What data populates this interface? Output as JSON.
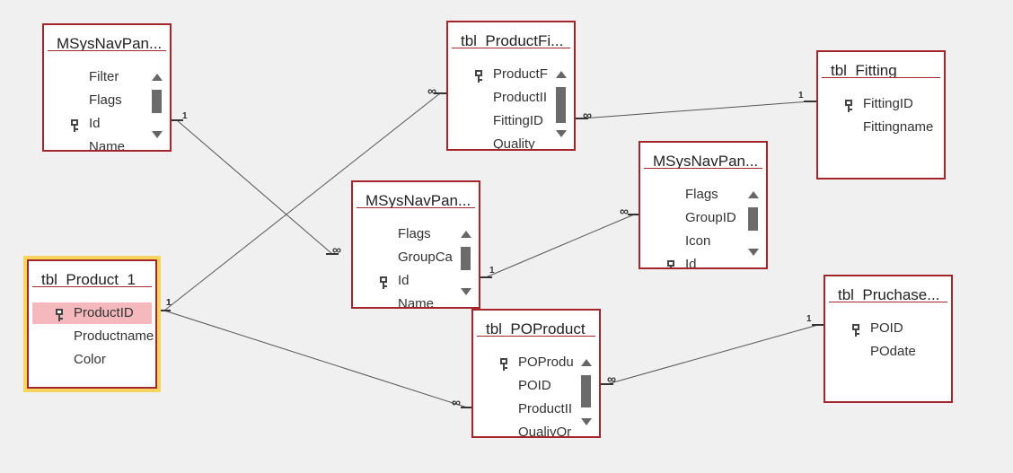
{
  "tables": [
    {
      "id": "t_msysnav1",
      "title": "MSysNavPan...",
      "fields": [
        {
          "name": "Filter",
          "key": false,
          "hl": false
        },
        {
          "name": "Flags",
          "key": false,
          "hl": false
        },
        {
          "name": "Id",
          "key": true,
          "hl": false
        },
        {
          "name": "Name",
          "key": false,
          "hl": false
        }
      ],
      "scroll": true,
      "selected": false
    },
    {
      "id": "t_productfi",
      "title": "tbl_ProductFi...",
      "fields": [
        {
          "name": "ProductF",
          "key": true,
          "hl": false
        },
        {
          "name": "ProductII",
          "key": false,
          "hl": false
        },
        {
          "name": "FittingID",
          "key": false,
          "hl": false
        },
        {
          "name": "Quality",
          "key": false,
          "hl": false
        }
      ],
      "scroll": true,
      "selected": false
    },
    {
      "id": "t_fitting",
      "title": "tbl_Fitting",
      "fields": [
        {
          "name": "FittingID",
          "key": true,
          "hl": false
        },
        {
          "name": "Fittingname",
          "key": false,
          "hl": false
        }
      ],
      "scroll": false,
      "selected": false
    },
    {
      "id": "t_msysnav2",
      "title": "MSysNavPan...",
      "fields": [
        {
          "name": "Flags",
          "key": false,
          "hl": false
        },
        {
          "name": "GroupCa",
          "key": false,
          "hl": false
        },
        {
          "name": "Id",
          "key": true,
          "hl": false
        },
        {
          "name": "Name",
          "key": false,
          "hl": false
        }
      ],
      "scroll": true,
      "selected": false
    },
    {
      "id": "t_msysnav3",
      "title": "MSysNavPan...",
      "fields": [
        {
          "name": "Flags",
          "key": false,
          "hl": false
        },
        {
          "name": "GroupID",
          "key": false,
          "hl": false
        },
        {
          "name": "Icon",
          "key": false,
          "hl": false
        },
        {
          "name": "Id",
          "key": true,
          "hl": false
        }
      ],
      "scroll": true,
      "selected": false
    },
    {
      "id": "t_product1",
      "title": "tbl_Product_1",
      "fields": [
        {
          "name": "ProductID",
          "key": true,
          "hl": true
        },
        {
          "name": "Productname",
          "key": false,
          "hl": false
        },
        {
          "name": "Color",
          "key": false,
          "hl": false
        }
      ],
      "scroll": false,
      "selected": true
    },
    {
      "id": "t_poproduct",
      "title": "tbl_POProduct",
      "fields": [
        {
          "name": "POProdu",
          "key": true,
          "hl": false
        },
        {
          "name": "POID",
          "key": false,
          "hl": false
        },
        {
          "name": "ProductII",
          "key": false,
          "hl": false
        },
        {
          "name": "QualiyOr",
          "key": false,
          "hl": false
        }
      ],
      "scroll": true,
      "selected": false
    },
    {
      "id": "t_pruchase",
      "title": "tbl_Pruchase...",
      "fields": [
        {
          "name": "POID",
          "key": true,
          "hl": false
        },
        {
          "name": "POdate",
          "key": false,
          "hl": false
        }
      ],
      "scroll": false,
      "selected": false
    }
  ],
  "relationships": [
    {
      "from": "t_msysnav1",
      "to": "t_msysnav2",
      "one": "1",
      "many": "∞"
    },
    {
      "from": "t_product1",
      "to": "t_productfi",
      "one": "1",
      "many": "∞"
    },
    {
      "from": "t_product1",
      "to": "t_poproduct",
      "one": "1",
      "many": "∞"
    },
    {
      "from": "t_fitting",
      "to": "t_productfi",
      "one": "1",
      "many": "∞"
    },
    {
      "from": "t_msysnav2",
      "to": "t_msysnav3",
      "one": "1",
      "many": "∞"
    },
    {
      "from": "t_pruchase",
      "to": "t_poproduct",
      "one": "1",
      "many": "∞"
    }
  ]
}
